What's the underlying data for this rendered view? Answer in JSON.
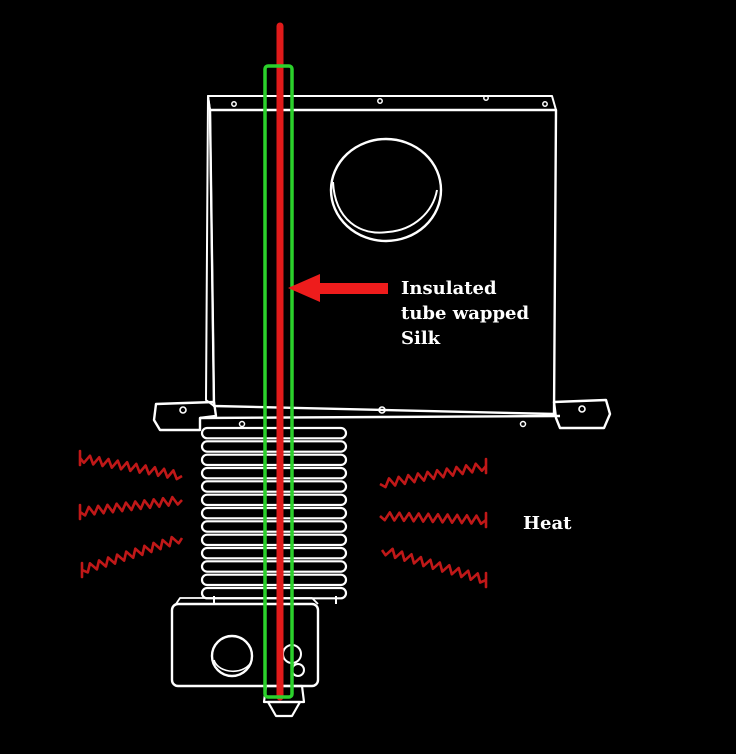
{
  "labels": {
    "tube_lines": [
      "Insulated",
      "tube wapped",
      "Silk"
    ],
    "heat": "Heat"
  },
  "colors": {
    "background": "#000000",
    "outline": "#ffffff",
    "filament": "#e01a1a",
    "tube": "#2bd12b",
    "pointer_arrow": "#ee1c1c",
    "heat_wave": "#c01818",
    "label_text": "#ffffff"
  },
  "heatsink": {
    "fin_count": 13
  },
  "heat_waves": {
    "left_count": 3,
    "right_count": 3
  }
}
